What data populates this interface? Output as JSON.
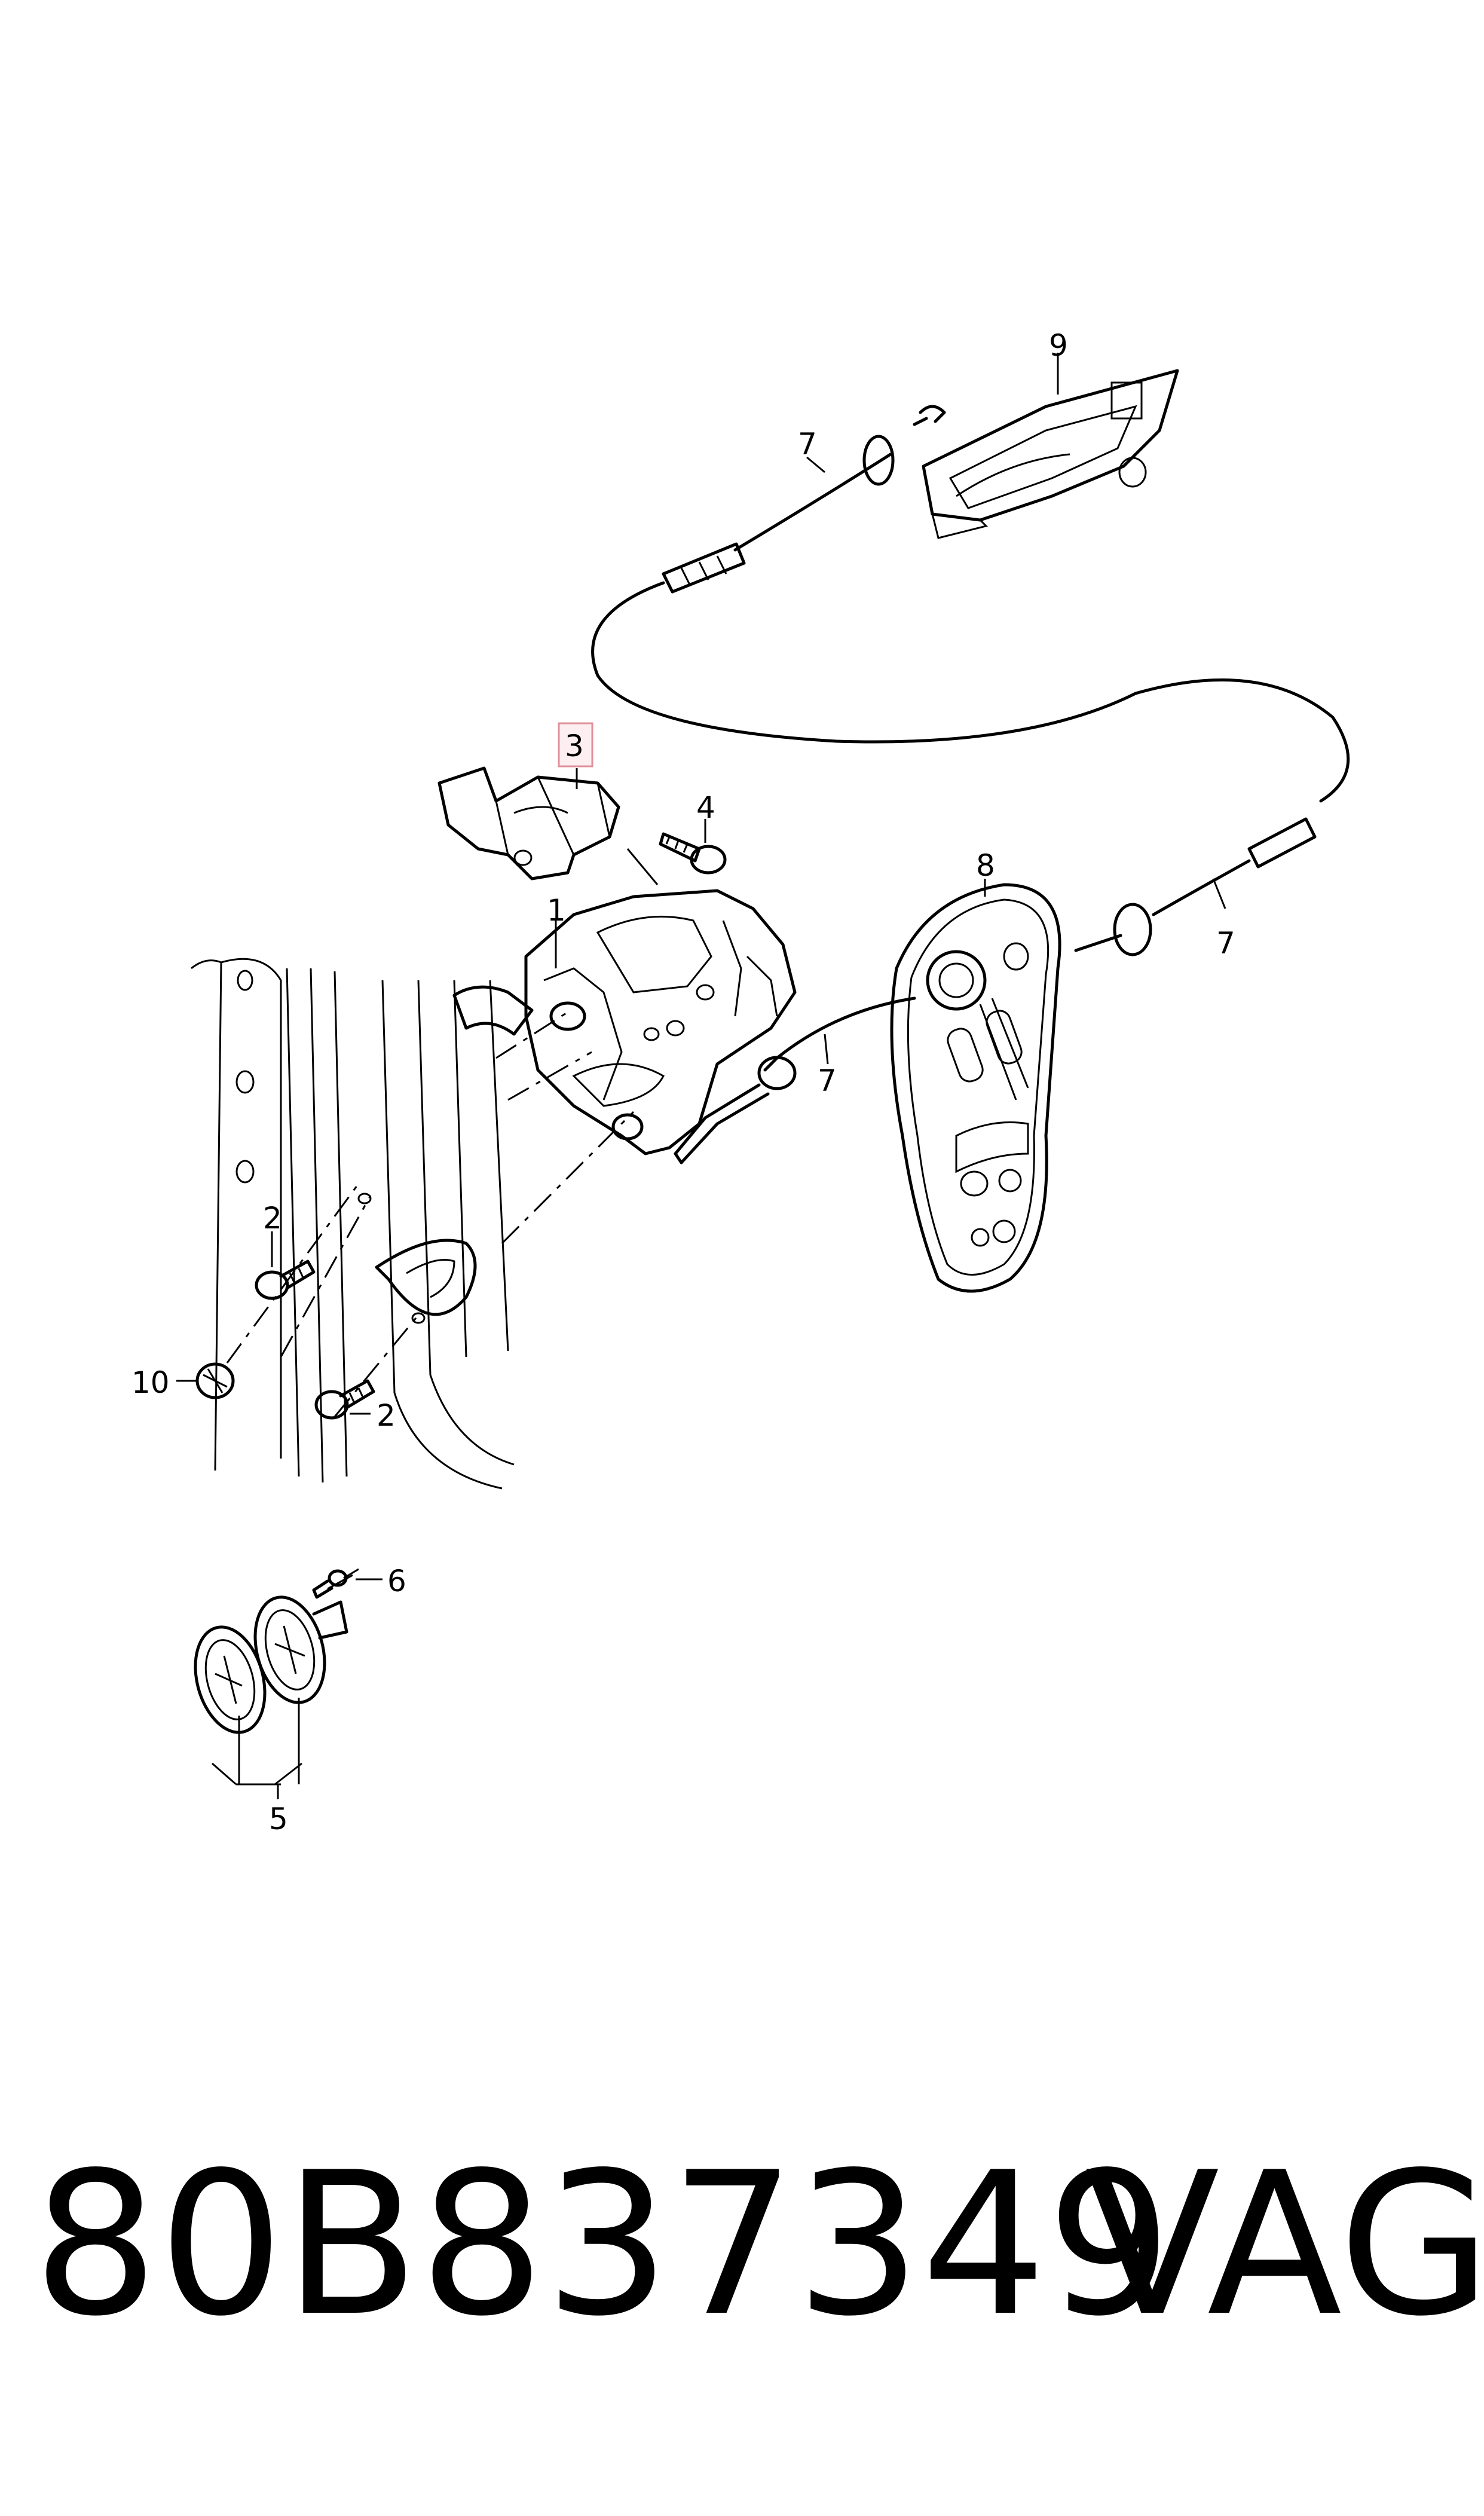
{
  "callouts": {
    "c1": "1",
    "c2a": "2",
    "c2b": "2",
    "c3": "3",
    "c4": "4",
    "c5": "5",
    "c6": "6",
    "c7a": "7",
    "c7b": "7",
    "c7c": "7",
    "c8": "8",
    "c9": "9",
    "c10": "10"
  },
  "caption": {
    "part_number": "80B837349",
    "brand": "VAG"
  },
  "colors": {
    "highlight_box": "#e0909a",
    "highlight_fill": "#fdeef0",
    "line": "#000000"
  }
}
